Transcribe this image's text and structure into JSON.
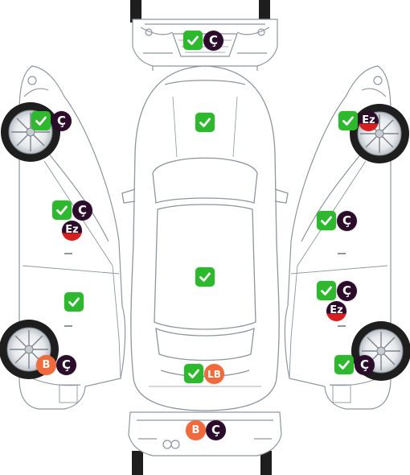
{
  "colors": {
    "ok": "#2eb82e",
    "paint": "#2b0d2b",
    "ball": "#f26a3c",
    "ez_dark": "#2b0d2b",
    "ez_red": "#d81e1e",
    "lb": "#f26a3c",
    "outline": "#9aa2ab",
    "tire": "#1e1e1e"
  },
  "legend_symbols": {
    "ok": "original",
    "paint": "Ç",
    "ez": "Ez",
    "ball": "B",
    "lb": "LB"
  },
  "panels": [
    {
      "id": "front-bumper",
      "marks": [
        "ok",
        "paint"
      ]
    },
    {
      "id": "hood",
      "marks": [
        "ok"
      ]
    },
    {
      "id": "roof",
      "marks": [
        "ok"
      ]
    },
    {
      "id": "trunk-lid",
      "marks": [
        "ok",
        "lb"
      ]
    },
    {
      "id": "rear-bumper",
      "marks": [
        "ball",
        "paint"
      ]
    },
    {
      "id": "left-front-fender",
      "marks": [
        "ok",
        "paint"
      ]
    },
    {
      "id": "left-front-door",
      "marks": [
        "ok",
        "paint",
        "ez"
      ]
    },
    {
      "id": "left-rear-door",
      "marks": [
        "ok"
      ]
    },
    {
      "id": "left-rear-fender",
      "marks": [
        "ball",
        "paint"
      ]
    },
    {
      "id": "right-front-fender",
      "marks": [
        "ok",
        "ez"
      ]
    },
    {
      "id": "right-front-door",
      "marks": [
        "ok",
        "paint"
      ]
    },
    {
      "id": "right-rear-door",
      "marks": [
        "ok",
        "paint",
        "ez"
      ]
    },
    {
      "id": "right-rear-fender",
      "marks": [
        "ok",
        "paint"
      ]
    }
  ]
}
